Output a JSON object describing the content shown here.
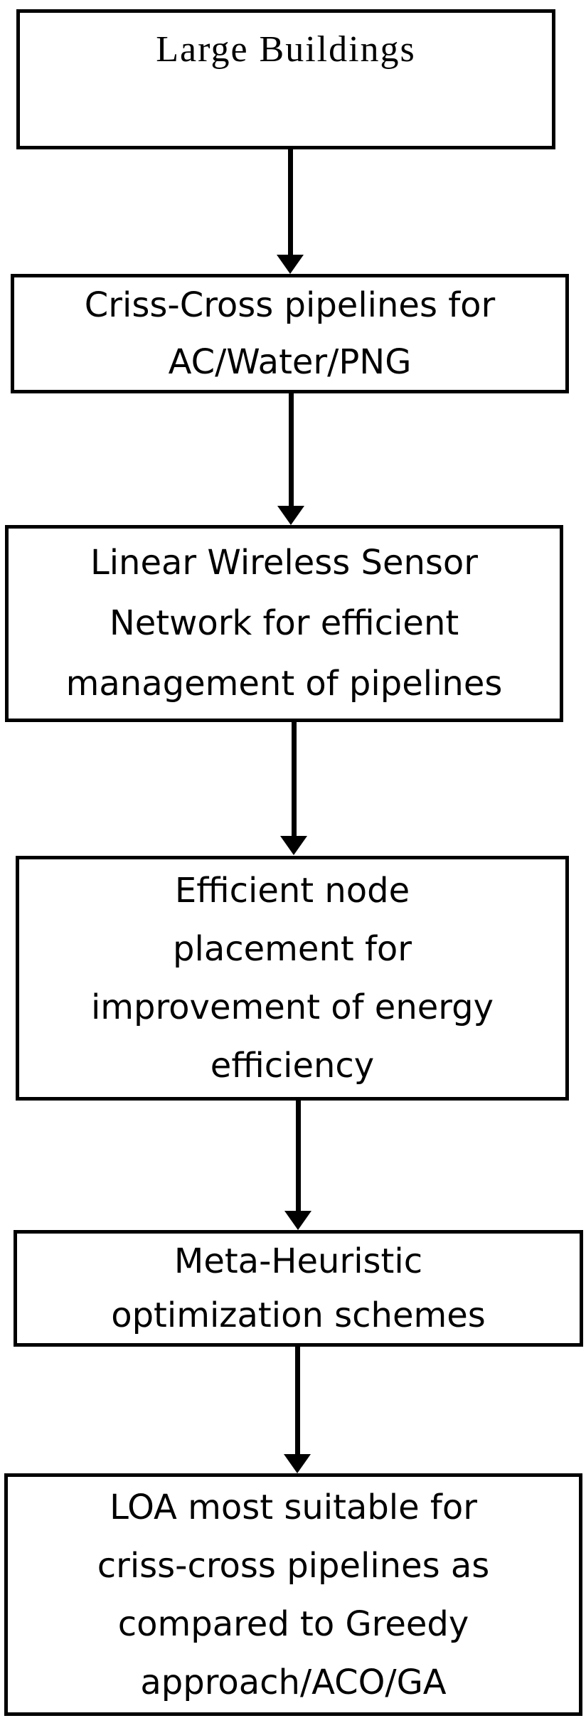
{
  "flowchart": {
    "colors": {
      "line": "#000000",
      "text": "#000000",
      "background": "#ffffff"
    },
    "boxes": [
      {
        "id": "large-buildings",
        "text": "Large Buildings"
      },
      {
        "id": "criss-cross-pipelines",
        "text": "Criss-Cross pipelines for\nAC/Water/PNG"
      },
      {
        "id": "linear-wsn",
        "text": "Linear Wireless Sensor\nNetwork for efficient\nmanagement of pipelines"
      },
      {
        "id": "efficient-node-placement",
        "text": "Efficient node\nplacement for\nimprovement of energy\nefficiency"
      },
      {
        "id": "meta-heuristic-schemes",
        "text": "Meta-Heuristic\noptimization schemes"
      },
      {
        "id": "loa-conclusion",
        "text": "LOA most suitable for\ncriss-cross pipelines as\ncompared to Greedy\napproach/ACO/GA"
      }
    ],
    "connections": [
      {
        "from": "large-buildings",
        "to": "criss-cross-pipelines"
      },
      {
        "from": "criss-cross-pipelines",
        "to": "linear-wsn"
      },
      {
        "from": "linear-wsn",
        "to": "efficient-node-placement"
      },
      {
        "from": "efficient-node-placement",
        "to": "meta-heuristic-schemes"
      },
      {
        "from": "meta-heuristic-schemes",
        "to": "loa-conclusion"
      }
    ]
  }
}
